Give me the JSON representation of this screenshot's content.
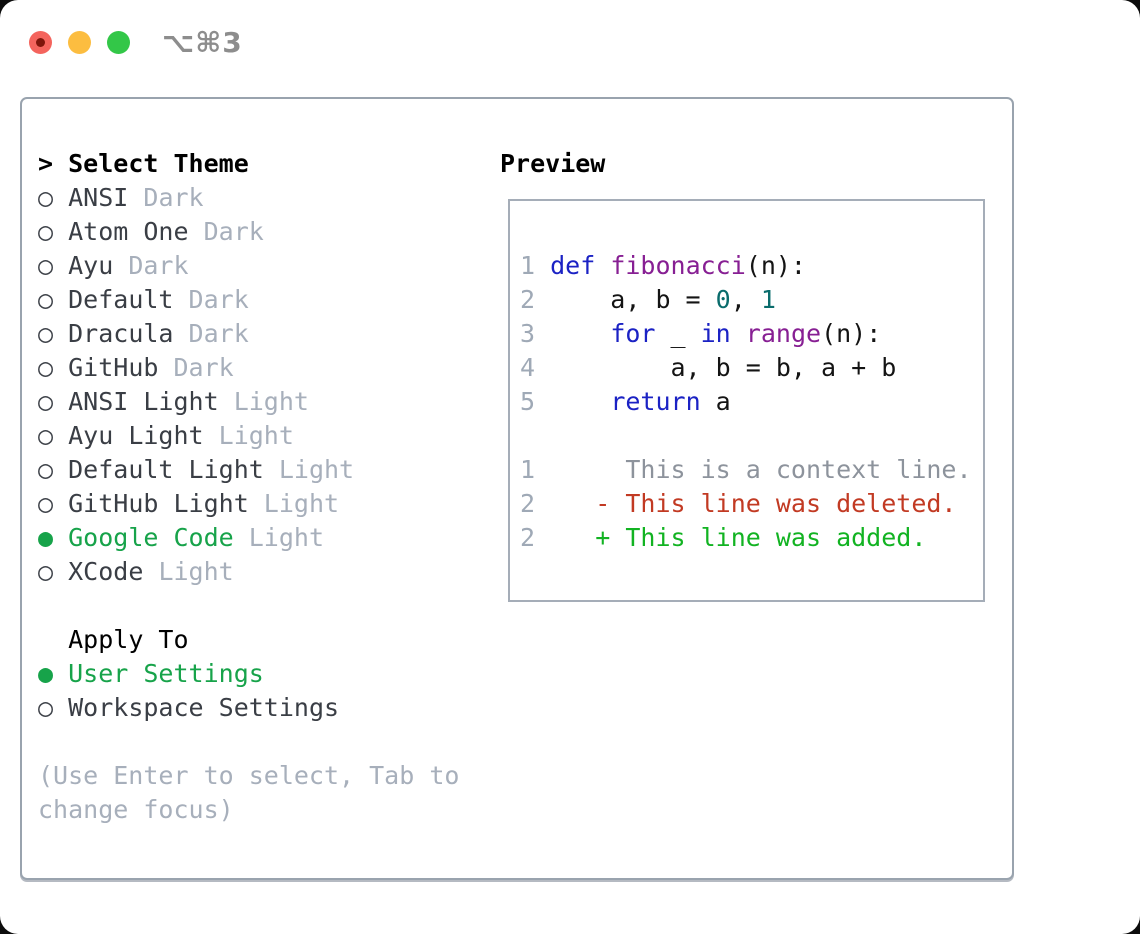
{
  "titlebar": {
    "shortcut": "⌥⌘3"
  },
  "theme_panel": {
    "header_prefix": ">",
    "header": "Select Theme",
    "items": [
      {
        "name": "ANSI",
        "tag": "Dark",
        "selected": false
      },
      {
        "name": "Atom One",
        "tag": "Dark",
        "selected": false
      },
      {
        "name": "Ayu",
        "tag": "Dark",
        "selected": false
      },
      {
        "name": "Default",
        "tag": "Dark",
        "selected": false
      },
      {
        "name": "Dracula",
        "tag": "Dark",
        "selected": false
      },
      {
        "name": "GitHub",
        "tag": "Dark",
        "selected": false
      },
      {
        "name": "ANSI Light",
        "tag": "Light",
        "selected": false
      },
      {
        "name": "Ayu Light",
        "tag": "Light",
        "selected": false
      },
      {
        "name": "Default Light",
        "tag": "Light",
        "selected": false
      },
      {
        "name": "GitHub Light",
        "tag": "Light",
        "selected": false
      },
      {
        "name": "Google Code",
        "tag": "Light",
        "selected": true
      },
      {
        "name": "XCode",
        "tag": "Light",
        "selected": false
      }
    ],
    "apply_to": {
      "header": "Apply To",
      "options": [
        {
          "name": "User Settings",
          "selected": true
        },
        {
          "name": "Workspace Settings",
          "selected": false
        }
      ]
    },
    "help_lines": [
      "(Use Enter to select, Tab to",
      "change focus)"
    ]
  },
  "preview": {
    "title": "Preview",
    "code_lines": [
      {
        "num": "1",
        "tokens": [
          {
            "t": "def",
            "c": "kw"
          },
          {
            "t": " ",
            "c": "pl"
          },
          {
            "t": "fibonacci",
            "c": "fn"
          },
          {
            "t": "(n):",
            "c": "pl"
          }
        ]
      },
      {
        "num": "2",
        "tokens": [
          {
            "t": "    a, b = ",
            "c": "pl"
          },
          {
            "t": "0",
            "c": "lit"
          },
          {
            "t": ", ",
            "c": "pl"
          },
          {
            "t": "1",
            "c": "lit"
          }
        ]
      },
      {
        "num": "3",
        "tokens": [
          {
            "t": "    ",
            "c": "pl"
          },
          {
            "t": "for",
            "c": "kw"
          },
          {
            "t": " _ ",
            "c": "pl"
          },
          {
            "t": "in",
            "c": "kw"
          },
          {
            "t": " ",
            "c": "pl"
          },
          {
            "t": "range",
            "c": "fn"
          },
          {
            "t": "(n):",
            "c": "pl"
          }
        ]
      },
      {
        "num": "4",
        "tokens": [
          {
            "t": "        a, b = b, a + b",
            "c": "pl"
          }
        ]
      },
      {
        "num": "5",
        "tokens": [
          {
            "t": "    ",
            "c": "pl"
          },
          {
            "t": "return",
            "c": "kw"
          },
          {
            "t": " a",
            "c": "pl"
          }
        ]
      }
    ],
    "diff_lines": [
      {
        "num": "1",
        "text": "     This is a context line.",
        "type": "context"
      },
      {
        "num": "2",
        "text": "   - This line was deleted.",
        "type": "deleted"
      },
      {
        "num": "2",
        "text": "   + This line was added.",
        "type": "added"
      }
    ]
  },
  "glyphs": {
    "radio_off": "○",
    "radio_on": "●"
  },
  "colors": {
    "frame": "#99a3ae",
    "frame2": "#a5adb8",
    "item": "#3a3e45",
    "muted": "#a7afbb",
    "green": "#17a34a",
    "kw": "#1b22c4",
    "fn": "#871f93",
    "lit": "#0a6c6c",
    "linenum": "#9fa9b6",
    "ctx": "#8d939c",
    "del": "#c23a23",
    "add": "#12b322",
    "light-red": "#f4645d",
    "light-red-dot": "#7e150b",
    "light-yellow": "#fcbd40",
    "light-green": "#33c748"
  }
}
